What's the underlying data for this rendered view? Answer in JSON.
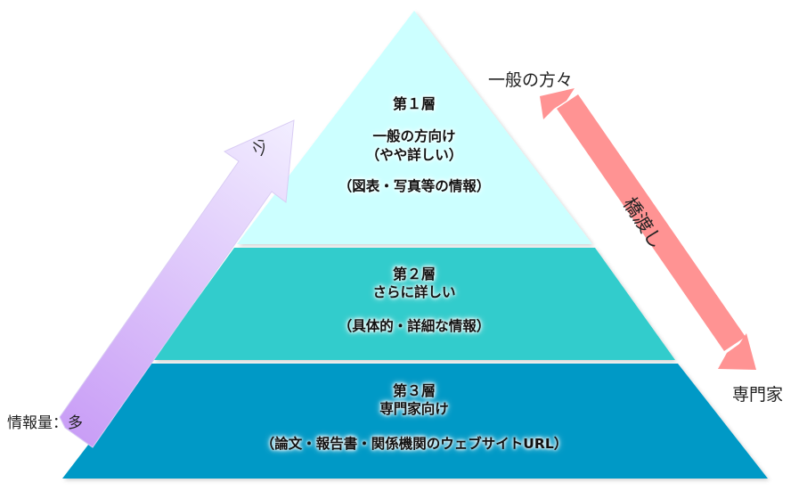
{
  "layers": [
    {
      "heading": "第１層",
      "line1": "一般の方向け",
      "line2": "（やや詳しい）",
      "line3": "（図表・写真等の情報）",
      "color": "#ccffff"
    },
    {
      "heading": "第２層",
      "line1": "さらに詳しい",
      "line3": "（具体的・詳細な情報）",
      "color": "#33cccc"
    },
    {
      "heading": "第３層",
      "line1": "専門家向け",
      "line3": "（論文・報告書・関係機関のウェブサイトURL）",
      "color": "#0399c6"
    }
  ],
  "info_arrow": {
    "top_label": "少",
    "bottom_label": "情報量：多",
    "color_light": "#f2eeff",
    "color_dark": "#c89cf6"
  },
  "bridge_arrow": {
    "top_label": "一般の方々",
    "middle_label": "橋渡し",
    "bottom_label": "専門家",
    "color": "#ff9393"
  }
}
